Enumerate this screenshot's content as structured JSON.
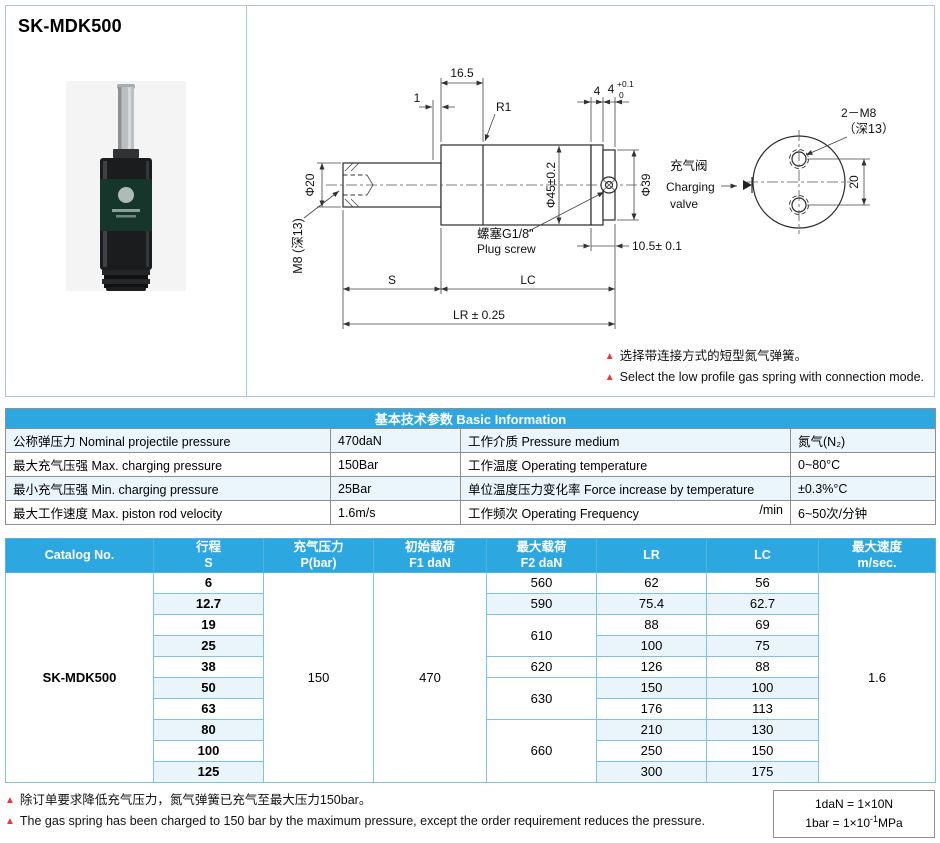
{
  "page_title": "SK-MDK500",
  "colors": {
    "header_blue": "#2da7e0",
    "accent_red": "#e8383d"
  },
  "drawing": {
    "dim_16_5": "16.5",
    "dim_1": "1",
    "dim_r1": "R1",
    "dim_4a": "4",
    "dim_4b": "4",
    "dim_4b_tol_top": "+0.1",
    "dim_4b_tol_bot": "0",
    "dim_phi20": "Φ20",
    "dim_phi45": "Φ45±0.2",
    "dim_phi39": "Φ39",
    "dim_m8": "M8 (深13)",
    "dim_s": "S",
    "dim_lc": "LC",
    "dim_lr": "LR ± 0.25",
    "dim_10_5": "10.5± 0.1",
    "dim_20": "20",
    "plug_cn": "螺塞G1/8\"",
    "plug_en": "Plug screw",
    "valve_cn": "充气阀",
    "valve_en_1": "Charging",
    "valve_en_2": "valve",
    "holes_label_1": "2－M8",
    "holes_label_2": "（深13）",
    "note_marker": "▲",
    "note_cn": "选择带连接方式的短型氮气弹簧。",
    "note_en": "Select the low profile gas spring with connection mode."
  },
  "basic_info": {
    "title": "基本技术参数 Basic Information",
    "rows": [
      {
        "p1": "公称弹压力 Nominal projectile pressure",
        "v1": "470daN",
        "p2": "工作介质 Pressure medium",
        "v2": "氮气(N₂)"
      },
      {
        "p1": "最大充气压强 Max. charging pressure",
        "v1": "150Bar",
        "p2": "工作温度 Operating temperature",
        "v2": "0~80°C"
      },
      {
        "p1": "最小充气压强 Min. charging pressure",
        "v1": "25Bar",
        "p2": "单位温度压力变化率 Force increase by temperature",
        "v2": "±0.3%°C"
      },
      {
        "p1": "最大工作速度 Max. piston rod velocity",
        "v1": "1.6m/s",
        "p2": "工作频次 Operating Frequency",
        "p2_suffix": "/min",
        "v2": "6~50次/分钟"
      }
    ]
  },
  "spec_table": {
    "headers": {
      "catalog": "Catalog No.",
      "stroke": [
        "行程",
        "S"
      ],
      "pressure": [
        "充气压力",
        "P(bar)"
      ],
      "f1": [
        "初始载荷",
        "F1 daN"
      ],
      "f2": [
        "最大载荷",
        "F2 daN"
      ],
      "lr": "LR",
      "lc": "LC",
      "speed": [
        "最大速度",
        "m/sec."
      ]
    },
    "catalog_no": "SK-MDK500",
    "pressure": "150",
    "f1": "470",
    "max_speed": "1.6",
    "rows": [
      {
        "s": "6",
        "f2": "560",
        "lr": "62",
        "lc": "56"
      },
      {
        "s": "12.7",
        "f2": "590",
        "lr": "75.4",
        "lc": "62.7"
      },
      {
        "s": "19",
        "f2": "610",
        "lr": "88",
        "lc": "69"
      },
      {
        "s": "25",
        "lr": "100",
        "lc": "75"
      },
      {
        "s": "38",
        "f2": "620",
        "lr": "126",
        "lc": "88"
      },
      {
        "s": "50",
        "f2": "630",
        "lr": "150",
        "lc": "100"
      },
      {
        "s": "63",
        "lr": "176",
        "lc": "113"
      },
      {
        "s": "80",
        "f2": "660",
        "lr": "210",
        "lc": "130"
      },
      {
        "s": "100",
        "lr": "250",
        "lc": "150"
      },
      {
        "s": "125",
        "lr": "300",
        "lc": "175"
      }
    ]
  },
  "footer": {
    "marker": "▲",
    "note_cn": "除订单要求降低充气压力，氮气弹簧已充气至最大压力150bar。",
    "note_en": "The gas spring has been charged to 150 bar by the maximum pressure, except the order requirement reduces the pressure.",
    "unit_1": "1daN = 1×10N",
    "unit_2_pre": "1bar = 1×10",
    "unit_2_sup": "-1",
    "unit_2_post": "MPa"
  }
}
